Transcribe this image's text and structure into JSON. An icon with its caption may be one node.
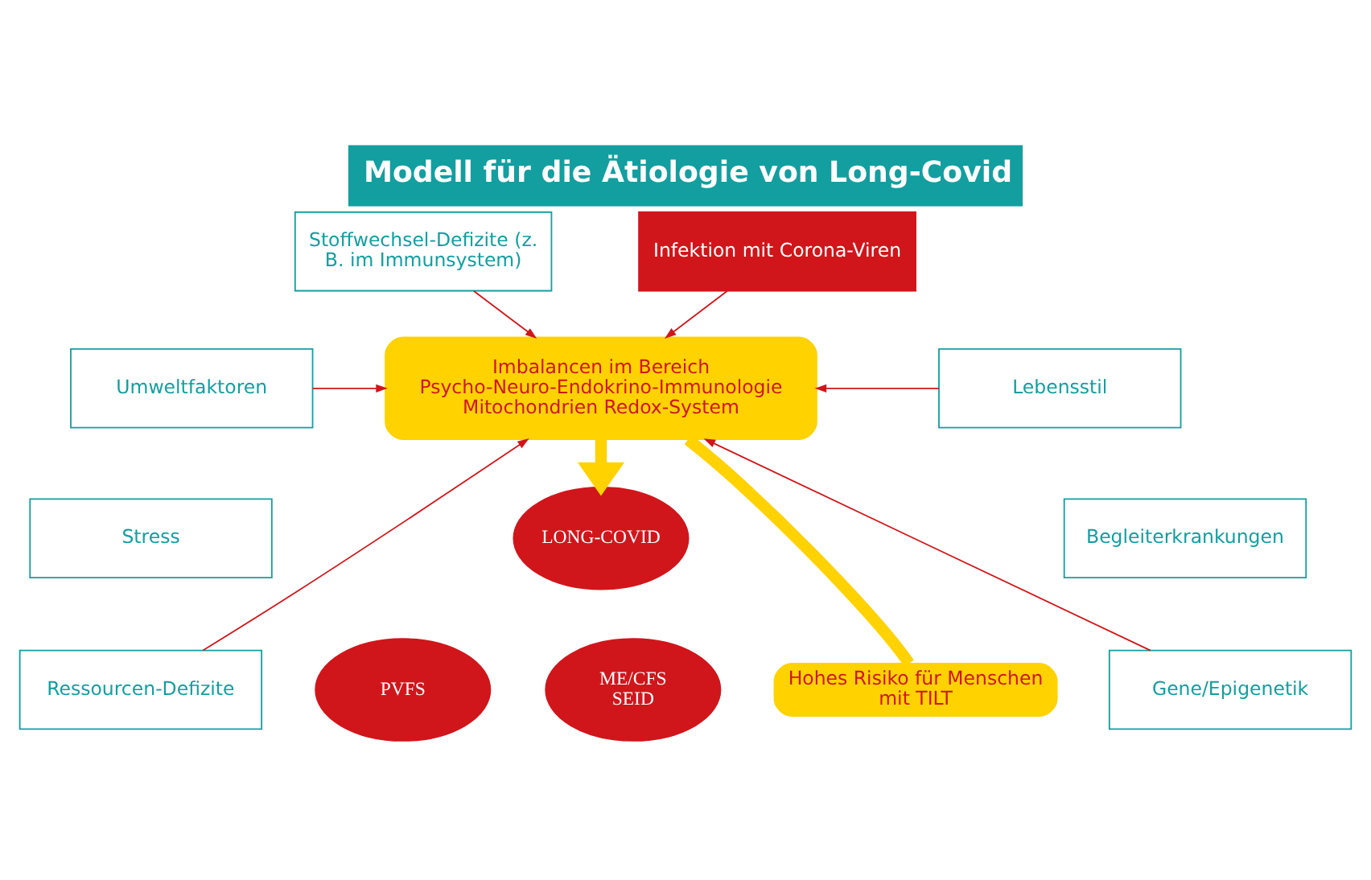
{
  "diagram": {
    "title": "Modell für die Ätiologie von Long-Covid",
    "nodes": [
      {
        "text": [
          "Stoffwechsel-Defizite (z. B. im Immunsystem)"
        ]
      },
      {
        "text": [
          "Infektion mit Corona-Viren"
        ]
      },
      {
        "text": [
          "Umweltfaktoren"
        ]
      },
      {
        "text": [
          "Lebensstil"
        ]
      },
      {
        "text": [
          "Stress"
        ]
      },
      {
        "text": [
          "Begleiterkrankungen"
        ]
      },
      {
        "text": [
          "Ressourcen-Defizite"
        ]
      },
      {
        "text": [
          "Gene/Epigenetik"
        ]
      },
      {
        "text": [
          "Imbalancen im Bereich Psycho-Neuro-Endokrino-Immunologie Mitochondrien Redox-System"
        ]
      },
      {
        "text": [
          "Hohes Risiko für Menschen mit TILT"
        ]
      },
      {
        "text": [
          "LONG-COVID"
        ]
      },
      {
        "text": [
          "PVFS"
        ]
      },
      {
        "text": [
          "ME/CFS SEID"
        ]
      }
    ],
    "edges": [
      {
        "from": 0,
        "to": 8,
        "arrow": "to"
      },
      {
        "from": 1,
        "to": 8,
        "arrow": "to"
      },
      {
        "from": 2,
        "to": 8,
        "arrow": "to"
      },
      {
        "from": 3,
        "to": 8,
        "arrow": "to"
      },
      {
        "from": 6,
        "to": 8,
        "arrow": "to"
      },
      {
        "from": 7,
        "to": 8,
        "arrow": "to"
      },
      {
        "from": 8,
        "to": 10,
        "arrow": "to",
        "style": "thick",
        "color": "#ffd200"
      },
      {
        "from": 9,
        "to": 8,
        "arrow": "none",
        "style": "thick",
        "color": "#ffd200"
      }
    ]
  }
}
